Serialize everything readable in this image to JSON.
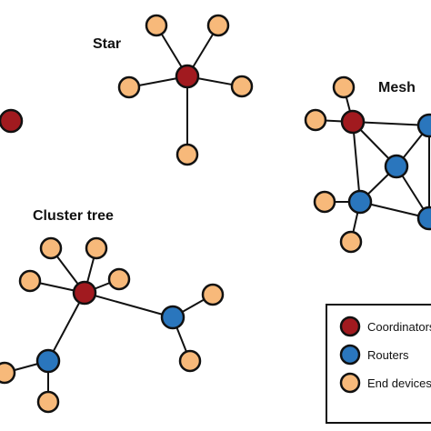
{
  "labels": {
    "star": "Star",
    "mesh": "Mesh",
    "cluster_tree": "Cluster tree"
  },
  "legend": [
    {
      "label": "Coordinators",
      "role": "coordinator"
    },
    {
      "label": "Routers",
      "role": "router"
    },
    {
      "label": "End devices",
      "role": "end-device"
    }
  ],
  "colors": {
    "coordinator": "#a11a1f",
    "router": "#2a76bd",
    "end_device": "#f7b97a",
    "stroke": "#111111"
  }
}
